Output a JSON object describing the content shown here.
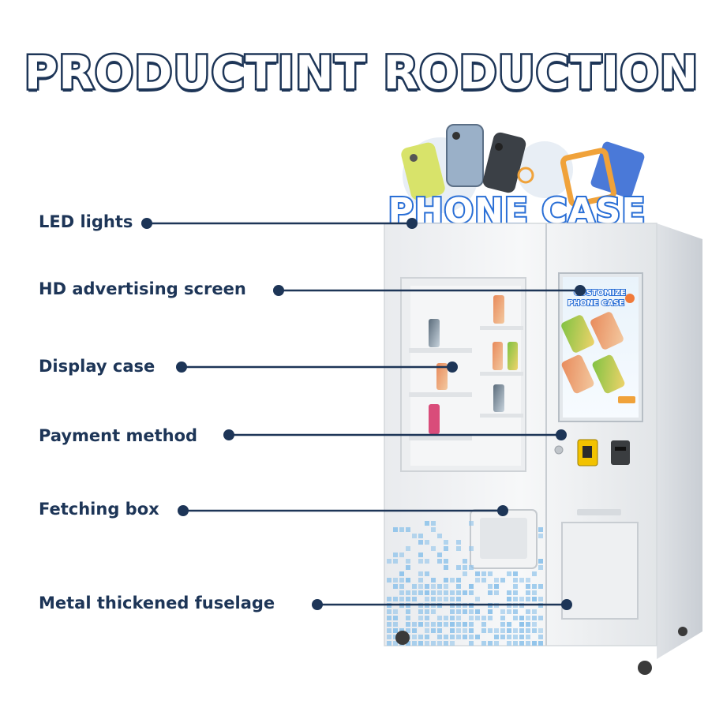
{
  "title": "PRODUCTINT RODUCTION",
  "machine": {
    "sign_text": "PHONE CASE",
    "screen_line1": "CUSTOMIZE",
    "screen_line2": "PHONE CASE"
  },
  "callouts": [
    {
      "label": "LED lights"
    },
    {
      "label": "HD advertising screen"
    },
    {
      "label": "Display case"
    },
    {
      "label": "Payment method"
    },
    {
      "label": "Fetching box"
    },
    {
      "label": "Metal thickened fuselage"
    }
  ],
  "colors": {
    "navy": "#1d3557",
    "machine_white": "#f4f5f6",
    "pixel_blue": "#8fc3ea",
    "sign_blue": "#2a6fd6",
    "reader_yellow": "#f2c200"
  }
}
